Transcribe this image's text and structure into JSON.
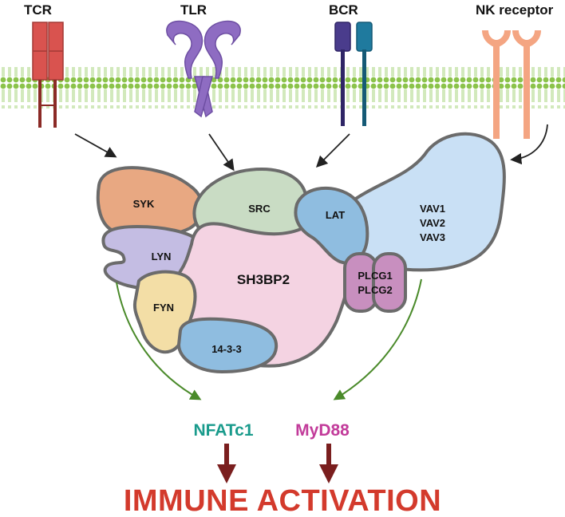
{
  "receptors": {
    "tcr": "TCR",
    "tlr": "TLR",
    "bcr": "BCR",
    "nk": "NK receptor"
  },
  "proteins": {
    "syk": "SYK",
    "src": "SRC",
    "lat": "LAT",
    "lyn": "LYN",
    "fyn": "FYN",
    "sh3bp2": "SH3BP2",
    "p1433": "14-3-3",
    "vav": [
      "VAV1",
      "VAV2",
      "VAV3"
    ],
    "plcg": [
      "PLCG1",
      "PLCG2"
    ]
  },
  "outcomes": {
    "nfatc1": "NFATc1",
    "myd88": "MyD88"
  },
  "result": "IMMUNE ACTIVATION",
  "colors": {
    "membrane": "#9ccc65",
    "tcr": "#d9534f",
    "tlr": "#8e6cc2",
    "bcr_left": "#4a3c8c",
    "bcr_right": "#1f7a9e",
    "nk": "#f4a582",
    "syk": "#e8a882",
    "src": "#c9dcc4",
    "lat": "#8fbde0",
    "lyn": "#c4bde3",
    "fyn": "#f3dea6",
    "sh3bp2": "#f4d3e2",
    "p1433": "#8fbde0",
    "vav": "#c9e0f5",
    "plcg": "#c88fbf",
    "nfatc1": "#1a9b8c",
    "myd88": "#c23b9a",
    "green_arrow": "#4a8a2a",
    "red_arrow": "#7a1e1e",
    "result": "#d33a2c"
  }
}
